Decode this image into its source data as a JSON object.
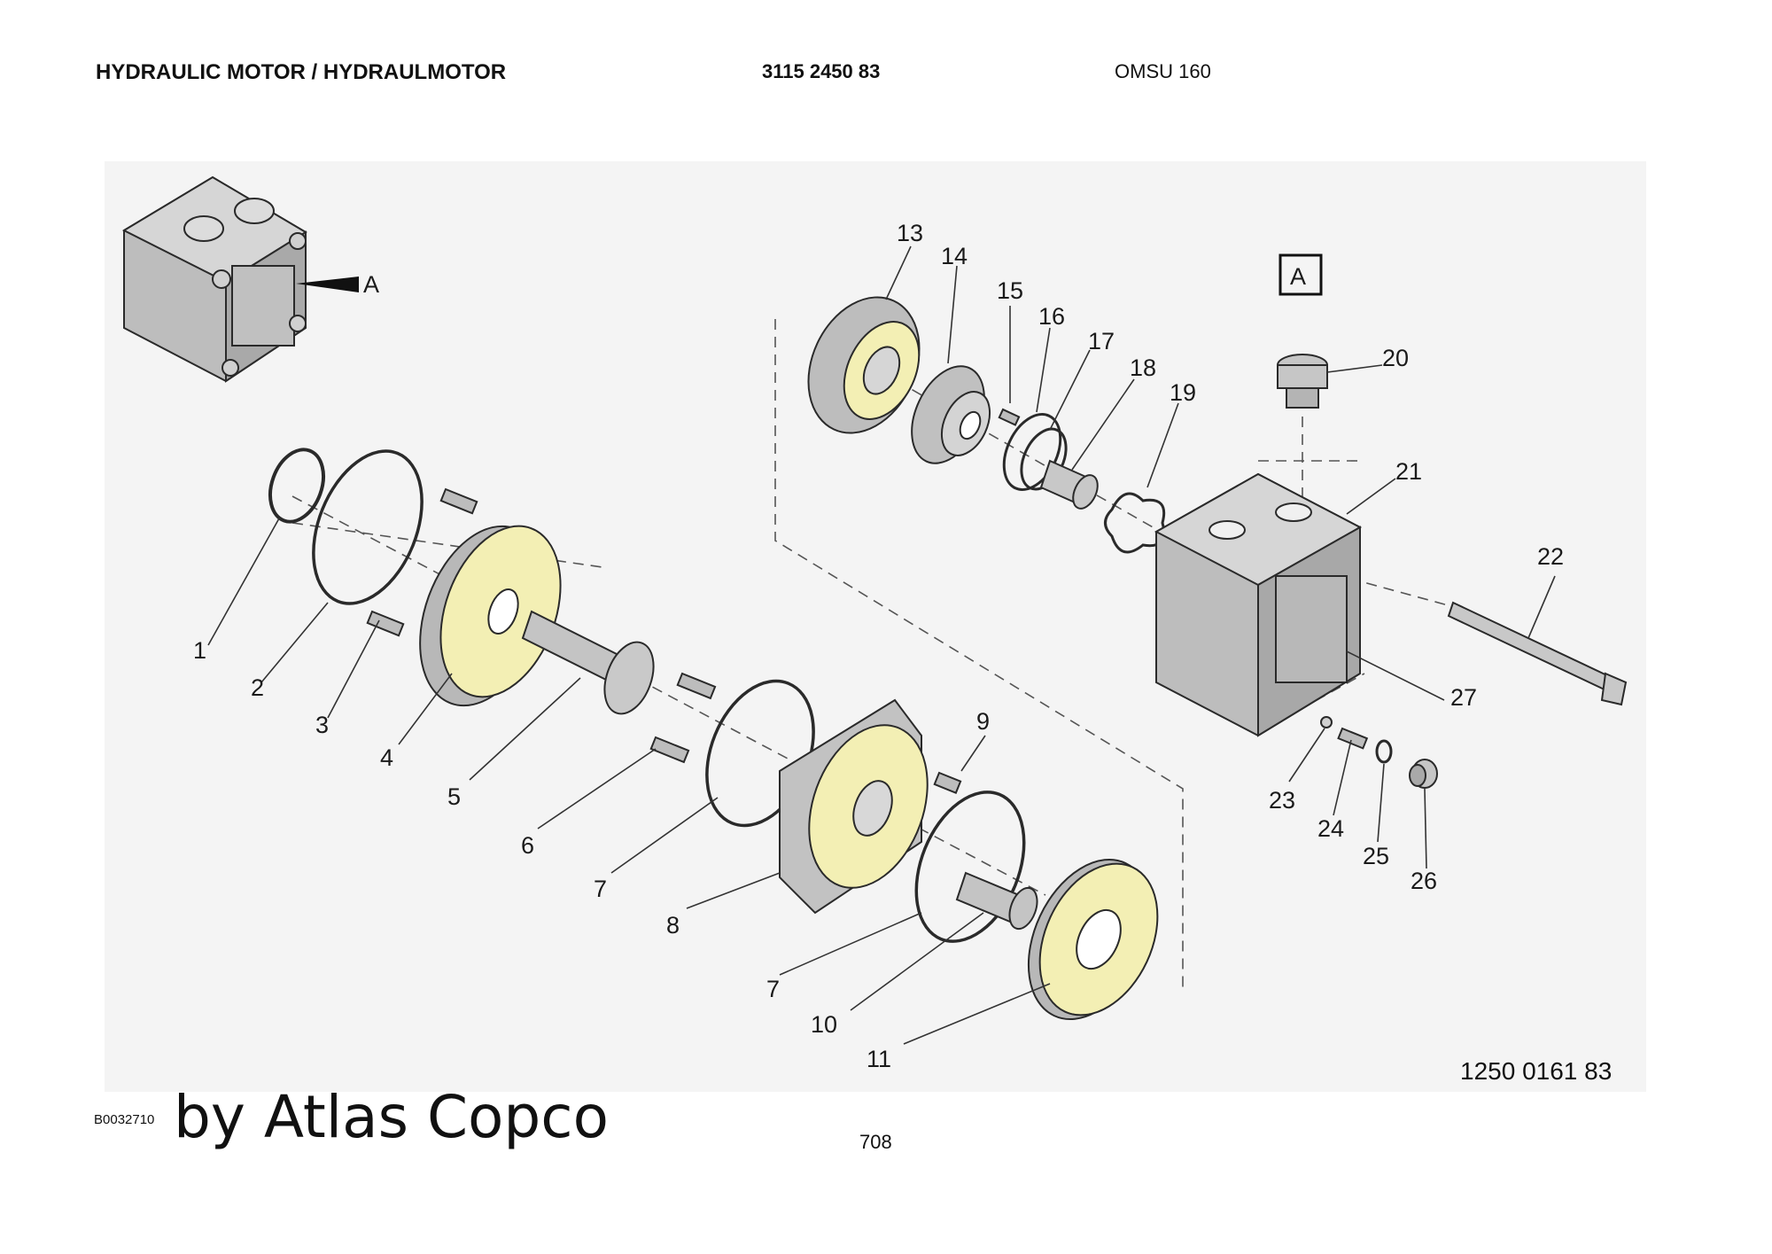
{
  "header": {
    "title": "HYDRAULIC MOTOR / HYDRAULMOTOR",
    "part_number": "3115 2450 83",
    "model": "OMSU 160"
  },
  "diagram": {
    "view_label": "A",
    "detail_box_label": "A",
    "callouts": [
      "1",
      "2",
      "3",
      "4",
      "5",
      "6",
      "7",
      "8",
      "9",
      "7",
      "10",
      "11",
      "13",
      "14",
      "15",
      "16",
      "17",
      "18",
      "19",
      "20",
      "21",
      "22",
      "23",
      "24",
      "25",
      "26",
      "27"
    ]
  },
  "footer": {
    "figure_code": "1250 0161 83",
    "doc_code": "B0032710",
    "brand": "by Atlas Copco",
    "page_number": "708"
  },
  "colors": {
    "part_grey": "#c8c8c8",
    "face_yellow": "#f3efb4",
    "outline": "#2a2a2a"
  }
}
